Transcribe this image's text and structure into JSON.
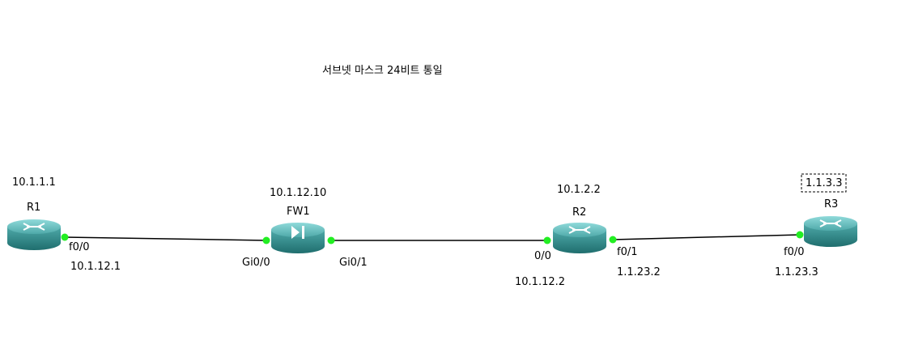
{
  "note": "서브넷 마스크 24비트 통일",
  "colors": {
    "link": "#000000",
    "port_up": "#22ee22",
    "device_body": "#2f8c8c",
    "device_top": "#6fcaca",
    "device_side": "#1f6e6e",
    "icon_glyph": "#ffffff"
  },
  "devices": [
    {
      "id": "R1",
      "name": "R1",
      "icon": "router-icon",
      "loopback": "10.1.1.1",
      "selected": false
    },
    {
      "id": "FW1",
      "name": "FW1",
      "icon": "firewall-icon",
      "loopback": "10.1.12.10",
      "selected": false
    },
    {
      "id": "R2",
      "name": "R2",
      "icon": "router-icon",
      "loopback": "10.1.2.2",
      "selected": false
    },
    {
      "id": "R3",
      "name": "R3",
      "icon": "router-icon",
      "loopback": "1.1.3.3",
      "selected": true
    }
  ],
  "links": [
    {
      "from": "R1",
      "from_port": "f0/0",
      "to": "FW1",
      "to_port": "Gi0/0"
    },
    {
      "from": "FW1",
      "from_port": "Gi0/1",
      "to": "R2",
      "to_port": "0/0"
    },
    {
      "from": "R2",
      "from_port": "f0/1",
      "to": "R3",
      "to_port": "f0/0"
    }
  ],
  "addresses": [
    {
      "text": "10.1.12.1",
      "near": "R1 f0/0"
    },
    {
      "text": "10.1.12.2",
      "near": "R2 0/0"
    },
    {
      "text": "1.1.23.2",
      "near": "R2 f0/1"
    },
    {
      "text": "1.1.23.3",
      "near": "R3 f0/0"
    }
  ]
}
